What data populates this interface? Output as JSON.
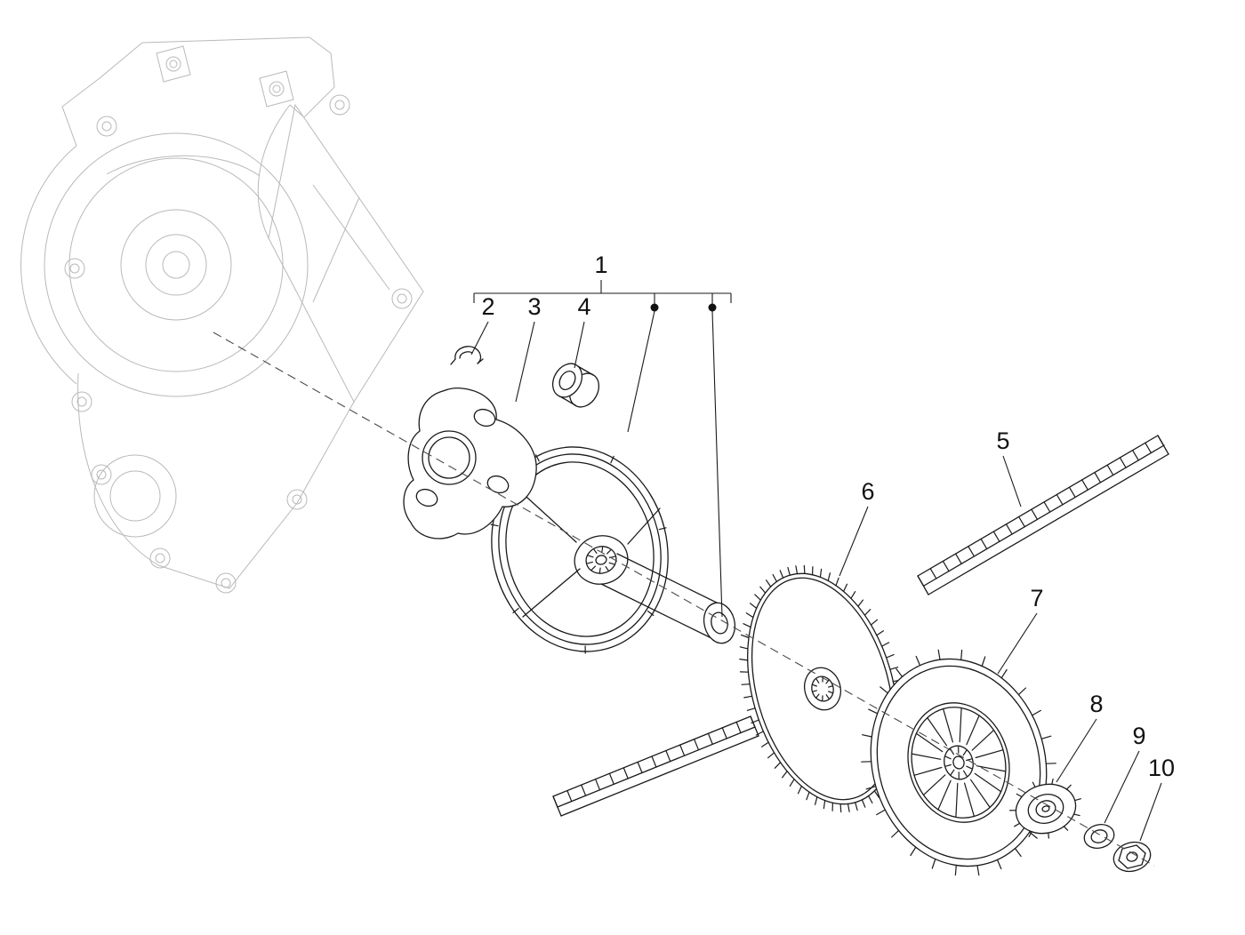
{
  "diagram": {
    "type": "exploded-parts-diagram",
    "subject": "driving-pulley-assembly",
    "colors": {
      "background": "#ffffff",
      "ink": "#1a1a1a",
      "ghost": "#b9b9b9"
    },
    "callouts": [
      {
        "label": "1"
      },
      {
        "label": "2"
      },
      {
        "label": "3"
      },
      {
        "label": "4"
      },
      {
        "label": "5"
      },
      {
        "label": "6"
      },
      {
        "label": "7"
      },
      {
        "label": "8"
      },
      {
        "label": "9"
      },
      {
        "label": "10"
      }
    ]
  }
}
